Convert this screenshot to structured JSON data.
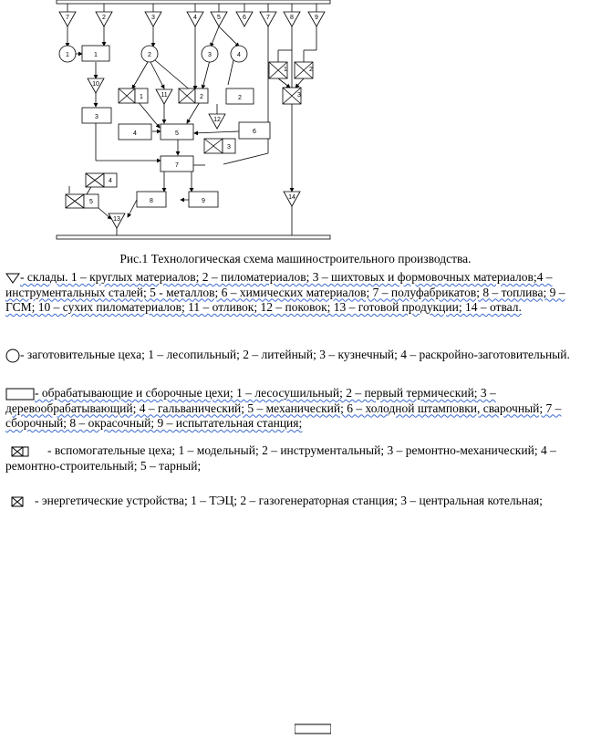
{
  "diagram": {
    "warehouses": [
      "7",
      "2",
      "3",
      "4",
      "5",
      "6",
      "7",
      "8",
      "9",
      "10",
      "11",
      "12",
      "13",
      "14"
    ],
    "shops": [
      "1",
      "2",
      "3",
      "4"
    ],
    "processing": [
      "1",
      "2",
      "3",
      "4",
      "5",
      "6",
      "7",
      "8",
      "9"
    ],
    "auxiliary": [
      "1",
      "2",
      "3",
      "4",
      "5"
    ],
    "energy": [
      "1",
      "2",
      "3"
    ]
  },
  "caption": "Рис.1 Технологическая схема машиностроительного производства.",
  "legend": {
    "warehouses": "- склады. 1 – круглых материалов; 2 – пиломатериалов; 3 – шихтовых и формовочных материалов;4 – инструментальных сталей; 5 - металлов; 6 – химических материалов; 7 – полуфабрикатов; 8 – топлива; 9 – ГСМ; 10 – сухих пиломатериалов; 11 – отливок; 12 – поковок; 13 – готовой продукции; 14 – отвал.",
    "shops": "- заготовительные цеха; 1 – лесопильный; 2 – литейный; 3 – кузнечный; 4 – раскройно-заготовительный.",
    "processing": "- обрабатывающие и сборочные цехи; 1 – лесосушильный; 2 – первый термический; 3 – деревообрабатывающий; 4 – гальванический; 5 – механический; 6 – холодной штамповки, сварочный; 7 – сборочный; 8 – окрасочный; 9 – испытательная станция;",
    "auxiliary": "- вспомогательные цеха; 1 – модельный; 2 – инструментальный; 3 – ремонтно-механический; 4 – ремонтно-строительный; 5 – тарный;",
    "energy": "- энергетические устройства; 1 – ТЭЦ; 2 – газогенераторная станция; 3 – центральная котельная;"
  }
}
